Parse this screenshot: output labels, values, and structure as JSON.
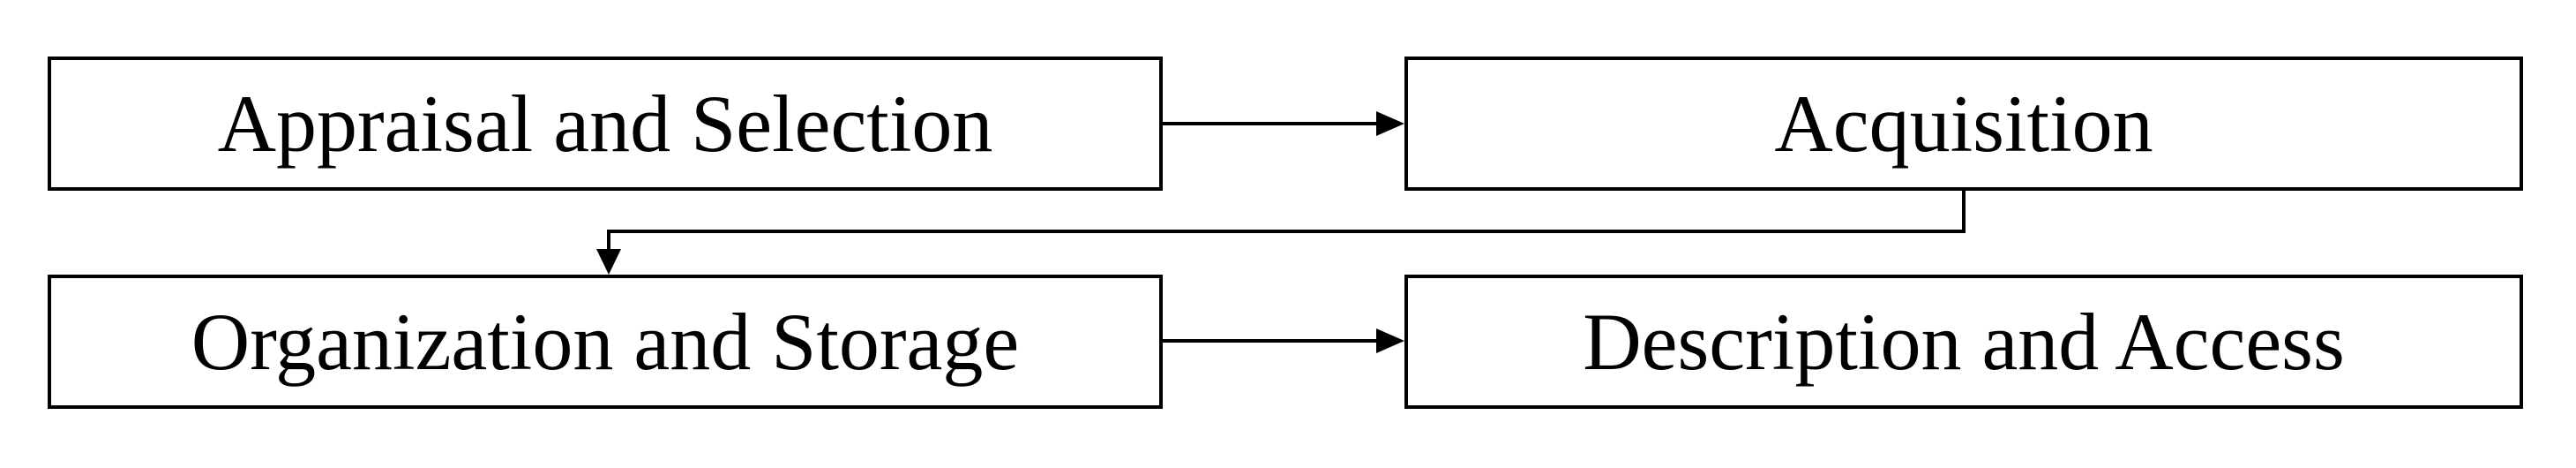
{
  "diagram": {
    "steps": [
      {
        "id": "step-1",
        "label": "Appraisal and Selection"
      },
      {
        "id": "step-2",
        "label": "Acquisition"
      },
      {
        "id": "step-3",
        "label": "Organization and Storage"
      },
      {
        "id": "step-4",
        "label": "Description and Access"
      }
    ],
    "connections": [
      {
        "from": "step-1",
        "to": "step-2"
      },
      {
        "from": "step-2",
        "to": "step-3"
      },
      {
        "from": "step-3",
        "to": "step-4"
      }
    ],
    "colors": {
      "stroke": "#000000",
      "background": "#ffffff"
    }
  }
}
